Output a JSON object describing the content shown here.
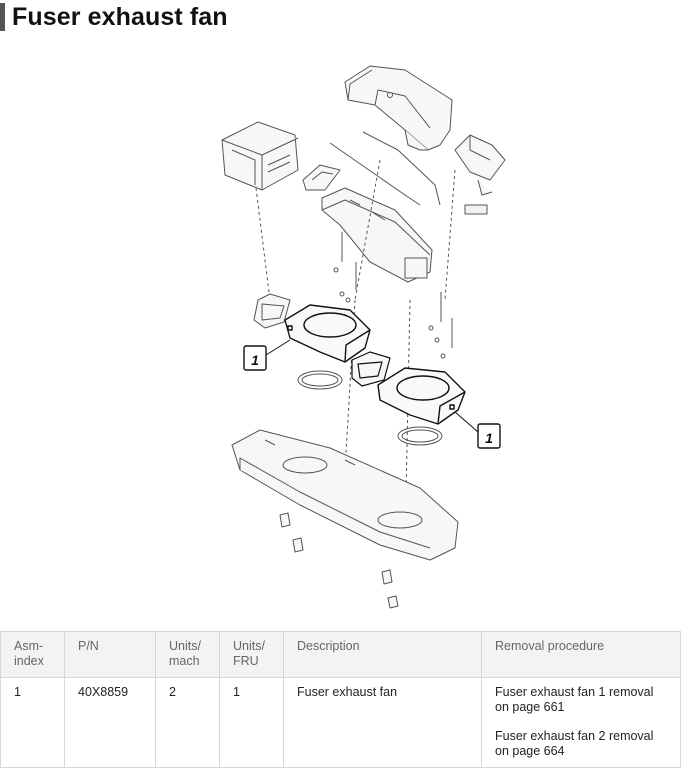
{
  "page": {
    "title": "Fuser exhaust fan"
  },
  "diagram": {
    "callouts": [
      "1",
      "1"
    ]
  },
  "table": {
    "headers": {
      "asm_index": "Asm-\nindex",
      "pn": "P/N",
      "units_mach": "Units/\nmach",
      "units_fru": "Units/\nFRU",
      "description": "Description",
      "removal": "Removal procedure"
    },
    "rows": [
      {
        "asm_index": "1",
        "pn": "40X8859",
        "units_mach": "2",
        "units_fru": "1",
        "description": "Fuser exhaust fan",
        "removal_1": "Fuser exhaust fan 1 removal on page 661",
        "removal_2": "Fuser exhaust fan 2 removal on page 664"
      }
    ]
  }
}
